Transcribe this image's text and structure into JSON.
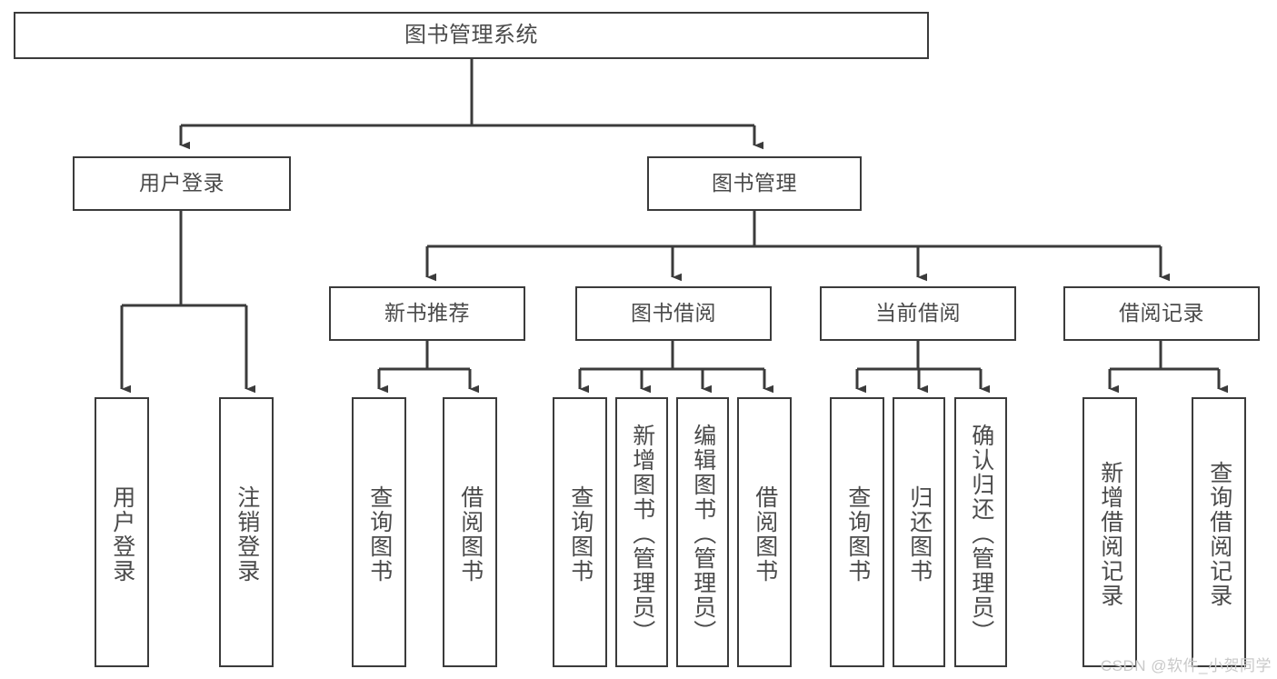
{
  "diagram": {
    "title": "图书管理系统",
    "type": "tree",
    "background": "#ffffff",
    "line_color": "#3b3b3b",
    "text_color": "#4a4a4a",
    "watermark": "CSDN @软件_小贺同学"
  },
  "nodes": {
    "root": {
      "label": "图书管理系统"
    },
    "level2": [
      {
        "label": "用户登录"
      },
      {
        "label": "图书管理"
      }
    ],
    "level3": [
      {
        "label": "新书推荐"
      },
      {
        "label": "图书借阅"
      },
      {
        "label": "当前借阅"
      },
      {
        "label": "借阅记录"
      }
    ],
    "leaves": {
      "user_login": [
        {
          "label": "用户登录"
        },
        {
          "label": "注销登录"
        }
      ],
      "new_book_recommend": [
        {
          "label": "查询图书"
        },
        {
          "label": "借阅图书"
        }
      ],
      "book_borrow": [
        {
          "label": "查询图书"
        },
        {
          "label": "新增图书（管理员）"
        },
        {
          "label": "编辑图书（管理员）"
        },
        {
          "label": "借阅图书"
        }
      ],
      "current_borrow": [
        {
          "label": "查询图书"
        },
        {
          "label": "归还图书"
        },
        {
          "label": "确认归还（管理员）"
        }
      ],
      "borrow_record": [
        {
          "label": "新增借阅记录"
        },
        {
          "label": "查询借阅记录"
        }
      ]
    }
  }
}
